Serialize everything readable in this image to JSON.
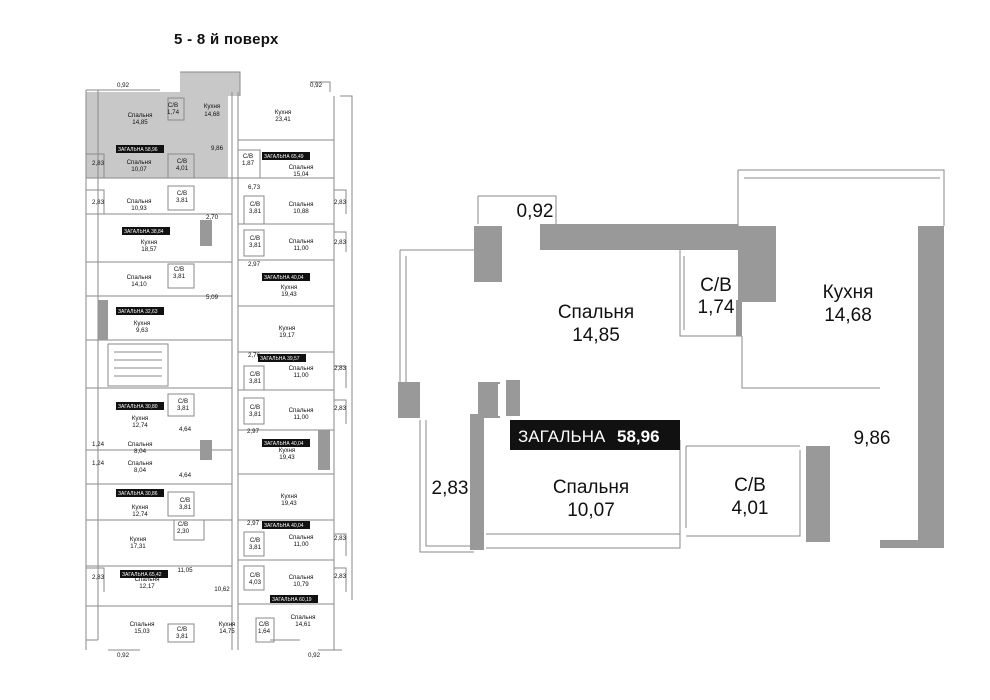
{
  "title": "5 - 8 й поверх",
  "colors": {
    "wall": "#999999",
    "highlight": "#c8c8c8",
    "line": "#8a8a8a",
    "tag_bg": "#111111",
    "tag_text": "#ffffff"
  },
  "legend_icon": "staircase-icon",
  "detail": {
    "balcony_top": "0,92",
    "bedroom1_name": "Спальня",
    "bedroom1_area": "14,85",
    "bath1_name": "С/В",
    "bath1_area": "1,74",
    "kitchen_name": "Кухня",
    "kitchen_area": "14,68",
    "loggia_right": "9,86",
    "total_label": "ЗАГАЛЬНА",
    "total_value": "58,96",
    "loggia_left": "2,83",
    "bedroom2_name": "Спальня",
    "bedroom2_area": "10,07",
    "bath2_name": "С/В",
    "bath2_area": "4,01"
  },
  "plan_labels": [
    {
      "t": "0,92"
    },
    {
      "t": "0,92"
    },
    {
      "t": "Спальня"
    },
    {
      "t": "14,85"
    },
    {
      "t": "С/В"
    },
    {
      "t": "1,74"
    },
    {
      "t": "Кухня"
    },
    {
      "t": "14,68"
    },
    {
      "t": "Кухня"
    },
    {
      "t": "23,41"
    },
    {
      "t": "2,83"
    },
    {
      "t": "Спальня"
    },
    {
      "t": "10,07"
    },
    {
      "t": "С/В"
    },
    {
      "t": "4,01"
    },
    {
      "t": "9,86"
    },
    {
      "t": "С/В"
    },
    {
      "t": "1,87"
    },
    {
      "t": "Спальня"
    },
    {
      "t": "15,04"
    },
    {
      "t": "6,73"
    },
    {
      "t": "2,83"
    },
    {
      "t": "Спальня"
    },
    {
      "t": "10,93"
    },
    {
      "t": "С/В"
    },
    {
      "t": "3,81"
    },
    {
      "t": "С/В"
    },
    {
      "t": "3,81"
    },
    {
      "t": "Спальня"
    },
    {
      "t": "10,88"
    },
    {
      "t": "2,83"
    },
    {
      "t": "2,70"
    },
    {
      "t": "Кухня"
    },
    {
      "t": "18,57"
    },
    {
      "t": "С/В"
    },
    {
      "t": "3,81"
    },
    {
      "t": "Спальня"
    },
    {
      "t": "11,00"
    },
    {
      "t": "2,83"
    },
    {
      "t": "2,97"
    },
    {
      "t": "Кухня"
    },
    {
      "t": "19,43"
    },
    {
      "t": "Спальня"
    },
    {
      "t": "14,10"
    },
    {
      "t": "С/В"
    },
    {
      "t": "3,81"
    },
    {
      "t": "5,09"
    },
    {
      "t": "Кухня"
    },
    {
      "t": "9,63"
    },
    {
      "t": "Кухня"
    },
    {
      "t": "19,17"
    },
    {
      "t": "2,76"
    },
    {
      "t": "С/В"
    },
    {
      "t": "3,81"
    },
    {
      "t": "Спальня"
    },
    {
      "t": "11,00"
    },
    {
      "t": "2,83"
    },
    {
      "t": "С/В"
    },
    {
      "t": "3,81"
    },
    {
      "t": "Кухня"
    },
    {
      "t": "12,74"
    },
    {
      "t": "С/В"
    },
    {
      "t": "3,81"
    },
    {
      "t": "Спальня"
    },
    {
      "t": "11,00"
    },
    {
      "t": "2,83"
    },
    {
      "t": "4,64"
    },
    {
      "t": "1,24"
    },
    {
      "t": "Спальня"
    },
    {
      "t": "8,04"
    },
    {
      "t": "2,97"
    },
    {
      "t": "Кухня"
    },
    {
      "t": "19,43"
    },
    {
      "t": "1,24"
    },
    {
      "t": "Спальня"
    },
    {
      "t": "8,04"
    },
    {
      "t": "4,64"
    },
    {
      "t": "Кухня"
    },
    {
      "t": "12,74"
    },
    {
      "t": "С/В"
    },
    {
      "t": "3,81"
    },
    {
      "t": "Кухня"
    },
    {
      "t": "19,43"
    },
    {
      "t": "С/В"
    },
    {
      "t": "2,30"
    },
    {
      "t": "2,97"
    },
    {
      "t": "Кухня"
    },
    {
      "t": "17,31"
    },
    {
      "t": "С/В"
    },
    {
      "t": "3,81"
    },
    {
      "t": "Спальня"
    },
    {
      "t": "11,00"
    },
    {
      "t": "2,83"
    },
    {
      "t": "11,05"
    },
    {
      "t": "2,83"
    },
    {
      "t": "Спальня"
    },
    {
      "t": "12,17"
    },
    {
      "t": "С/В"
    },
    {
      "t": "4,03"
    },
    {
      "t": "Спальня"
    },
    {
      "t": "10,79"
    },
    {
      "t": "2,83"
    },
    {
      "t": "10,62"
    },
    {
      "t": "Спальня"
    },
    {
      "t": "15,03"
    },
    {
      "t": "С/В"
    },
    {
      "t": "3,81"
    },
    {
      "t": "Кухня"
    },
    {
      "t": "14,75"
    },
    {
      "t": "С/В"
    },
    {
      "t": "1,64"
    },
    {
      "t": "Спальня"
    },
    {
      "t": "14,61"
    },
    {
      "t": "0,92"
    },
    {
      "t": "0,92"
    }
  ],
  "plan_tags": [
    {
      "label": "ЗАГАЛЬНА",
      "value": "58,96"
    },
    {
      "label": "ЗАГАЛЬНА",
      "value": "65,49"
    },
    {
      "label": "ЗАГАЛЬНА",
      "value": "38,84"
    },
    {
      "label": "ЗАГАЛЬНА",
      "value": "40,04"
    },
    {
      "label": "ЗАГАЛЬНА",
      "value": "32,63"
    },
    {
      "label": "ЗАГАЛЬНА",
      "value": "39,57"
    },
    {
      "label": "ЗАГАЛЬНА",
      "value": "30,80"
    },
    {
      "label": "ЗАГАЛЬНА",
      "value": "40,04"
    },
    {
      "label": "ЗАГАЛЬНА",
      "value": "30,86"
    },
    {
      "label": "ЗАГАЛЬНА",
      "value": "40,04"
    },
    {
      "label": "ЗАГАЛЬНА",
      "value": "65,42"
    },
    {
      "label": "ЗАГАЛЬНА",
      "value": "60,19"
    }
  ]
}
